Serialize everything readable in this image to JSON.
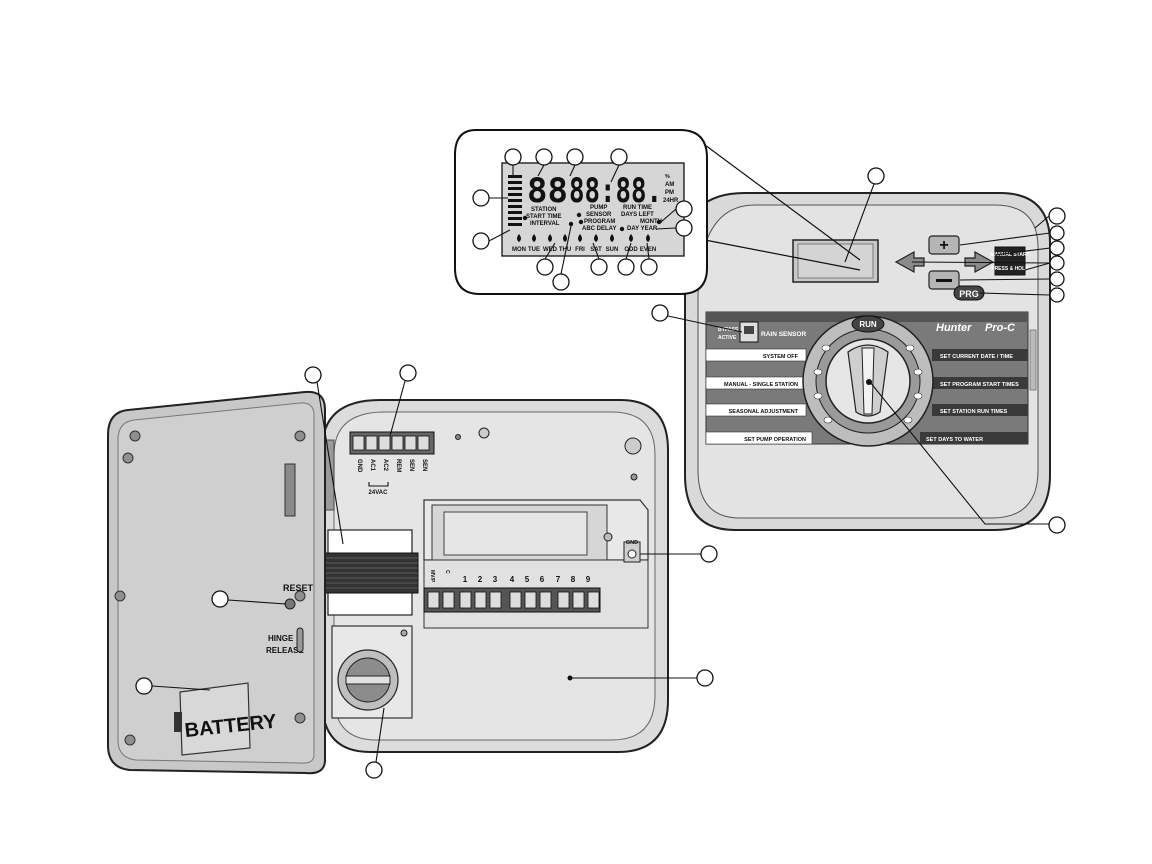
{
  "lcd": {
    "digits_left": "88",
    "digits_right": "88:88.",
    "ind_percent": "%",
    "ind_am": "AM",
    "ind_pm": "PM",
    "ind_24hr": "24HR",
    "station": "STATION",
    "start_time": "START TIME",
    "interval": "INTERVAL",
    "pump": "PUMP",
    "sensor": "SENSOR",
    "program": "PROGRAM",
    "abc_delay": "ABC DELAY",
    "run_time": "RUN TIME",
    "days_left": "DAYS LEFT",
    "month": "MONTH",
    "day_year": "DAY YEAR",
    "days": [
      "MON",
      "TUE",
      "WED",
      "THU",
      "FRI",
      "SAT",
      "SUN",
      "ODD",
      "EVEN"
    ]
  },
  "panel": {
    "manual_start": "MANUAL START",
    "press_hold": "PRESS & HOLD",
    "prg": "PRG",
    "rain_sensor": "RAIN SENSOR",
    "bypass": "BYPASS",
    "active": "ACTIVE",
    "run": "RUN",
    "brand": "Hunter",
    "model": "Pro-C",
    "dial_left": [
      "SYSTEM OFF",
      "MANUAL - SINGLE STATION",
      "SEASONAL ADJUSTMENT",
      "SET PUMP OPERATION"
    ],
    "dial_right": [
      "SET CURRENT DATE / TIME",
      "SET PROGRAM START TIMES",
      "SET STATION RUN TIMES",
      "SET DAYS TO WATER"
    ]
  },
  "wiring": {
    "top_terminals": [
      "GND",
      "AC1",
      "AC2",
      "REM",
      "SEN",
      "SEN"
    ],
    "vac": "24VAC",
    "gnd": "GND",
    "station_terminals": [
      "MV/P",
      "C",
      "1",
      "2",
      "3",
      "4",
      "5",
      "6",
      "7",
      "8",
      "9"
    ]
  },
  "door": {
    "reset": "RESET",
    "hinge_release": "HINGE RELEASE",
    "battery": "BATTERY"
  }
}
